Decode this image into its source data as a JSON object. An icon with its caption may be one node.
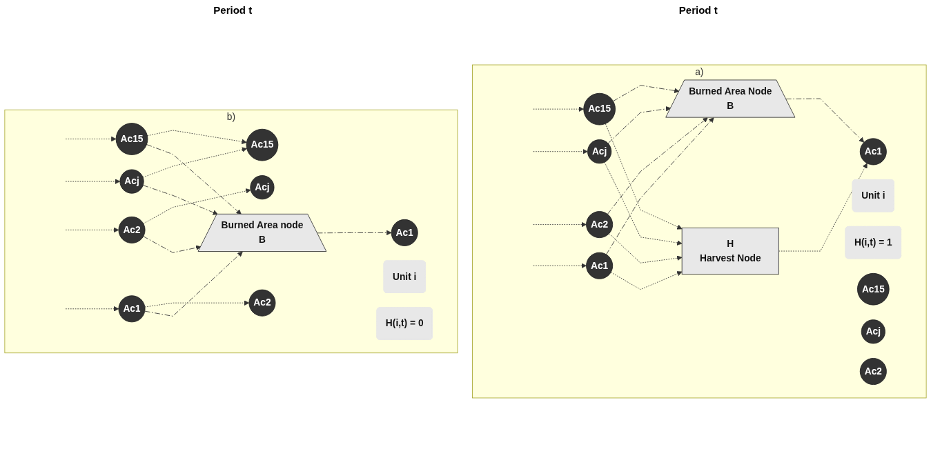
{
  "diagram": {
    "nodes": [
      {
        "text": [
          "a)"
        ]
      },
      {
        "text": [
          "Unit i"
        ],
        "in": 0
      },
      {
        "text": [
          "H(i,t) = 1"
        ],
        "in": 0
      },
      {
        "text": [
          "Ac15"
        ],
        "in": 0
      },
      {
        "text": [
          "Acj"
        ],
        "in": 0
      },
      {
        "text": [
          "Ac2"
        ],
        "in": 0
      },
      {
        "text": [
          "Ac1"
        ],
        "in": 0
      },
      {
        "text": [
          "Burned Area Node",
          "B"
        ],
        "in": 0
      },
      {
        "text": [
          "H",
          "Harvest Node"
        ],
        "in": 0
      },
      {
        "text": [
          "Ac15"
        ],
        "in": 0
      },
      {
        "text": [
          "Acj"
        ],
        "in": 0
      },
      {
        "text": [
          "Ac2"
        ],
        "in": 0
      },
      {
        "text": [
          "Ac1"
        ],
        "in": 0
      },
      {
        "text": [
          "b)"
        ]
      },
      {
        "text": [
          "Unit i"
        ],
        "in": 13
      },
      {
        "text": [
          "Ac15"
        ],
        "in": 13
      },
      {
        "text": [
          "Acj"
        ],
        "in": 13
      },
      {
        "text": [
          "Ac2"
        ],
        "in": 13
      },
      {
        "text": [
          "Ac1"
        ],
        "in": 13
      },
      {
        "text": [
          "Burned Area node",
          "B"
        ],
        "in": 13
      },
      {
        "text": [
          "Ac15"
        ],
        "in": 13
      },
      {
        "text": [
          "Acj"
        ],
        "in": 13
      },
      {
        "text": [
          "Ac2"
        ],
        "in": 13
      },
      {
        "text": [
          "Ac1"
        ],
        "in": 13
      },
      {
        "text": [
          "H(i,t) = 0"
        ],
        "in": 13
      }
    ],
    "edges": [
      {
        "from": null,
        "to": 3,
        "arrow": "to",
        "style": "dashed"
      },
      {
        "from": null,
        "to": 4,
        "arrow": "to",
        "style": "dashed"
      },
      {
        "from": null,
        "to": 5,
        "arrow": "to",
        "style": "dashed"
      },
      {
        "from": null,
        "to": 6,
        "arrow": "to",
        "style": "dashed"
      },
      {
        "from": 3,
        "to": 7,
        "arrow": "to"
      },
      {
        "from": 4,
        "to": 7,
        "arrow": "to"
      },
      {
        "from": 5,
        "to": 7,
        "arrow": "to"
      },
      {
        "from": 6,
        "to": 7,
        "arrow": "to"
      },
      {
        "from": 7,
        "to": 12,
        "arrow": "to"
      },
      {
        "from": 3,
        "to": 8,
        "arrow": "to",
        "style": "dashed"
      },
      {
        "from": 4,
        "to": 8,
        "arrow": "to",
        "style": "dashed"
      },
      {
        "from": 5,
        "to": 8,
        "arrow": "to",
        "style": "dashed"
      },
      {
        "from": 6,
        "to": 8,
        "arrow": "to",
        "style": "dashed"
      },
      {
        "from": 8,
        "to": 12,
        "arrow": "to",
        "style": "dashed"
      },
      {
        "from": null,
        "to": 15,
        "arrow": "to",
        "style": "dashed"
      },
      {
        "from": null,
        "to": 16,
        "arrow": "to",
        "style": "dashed"
      },
      {
        "from": null,
        "to": 17,
        "arrow": "to",
        "style": "dashed"
      },
      {
        "from": null,
        "to": 18,
        "arrow": "to",
        "style": "dashed"
      },
      {
        "from": 15,
        "to": 20,
        "arrow": "to",
        "style": "dashed"
      },
      {
        "from": 16,
        "to": 20,
        "arrow": "to",
        "style": "dashed"
      },
      {
        "from": 17,
        "to": 21,
        "arrow": "to",
        "style": "dashed"
      },
      {
        "from": 18,
        "to": 22,
        "arrow": "to",
        "style": "dashed"
      },
      {
        "from": 15,
        "to": 19,
        "arrow": "to"
      },
      {
        "from": 16,
        "to": 19,
        "arrow": "to"
      },
      {
        "from": 17,
        "to": 19,
        "arrow": "to"
      },
      {
        "from": 18,
        "to": 19,
        "arrow": "to"
      },
      {
        "from": 19,
        "to": 23,
        "arrow": "to"
      }
    ],
    "labels": [
      "Period t",
      "Period t"
    ]
  }
}
